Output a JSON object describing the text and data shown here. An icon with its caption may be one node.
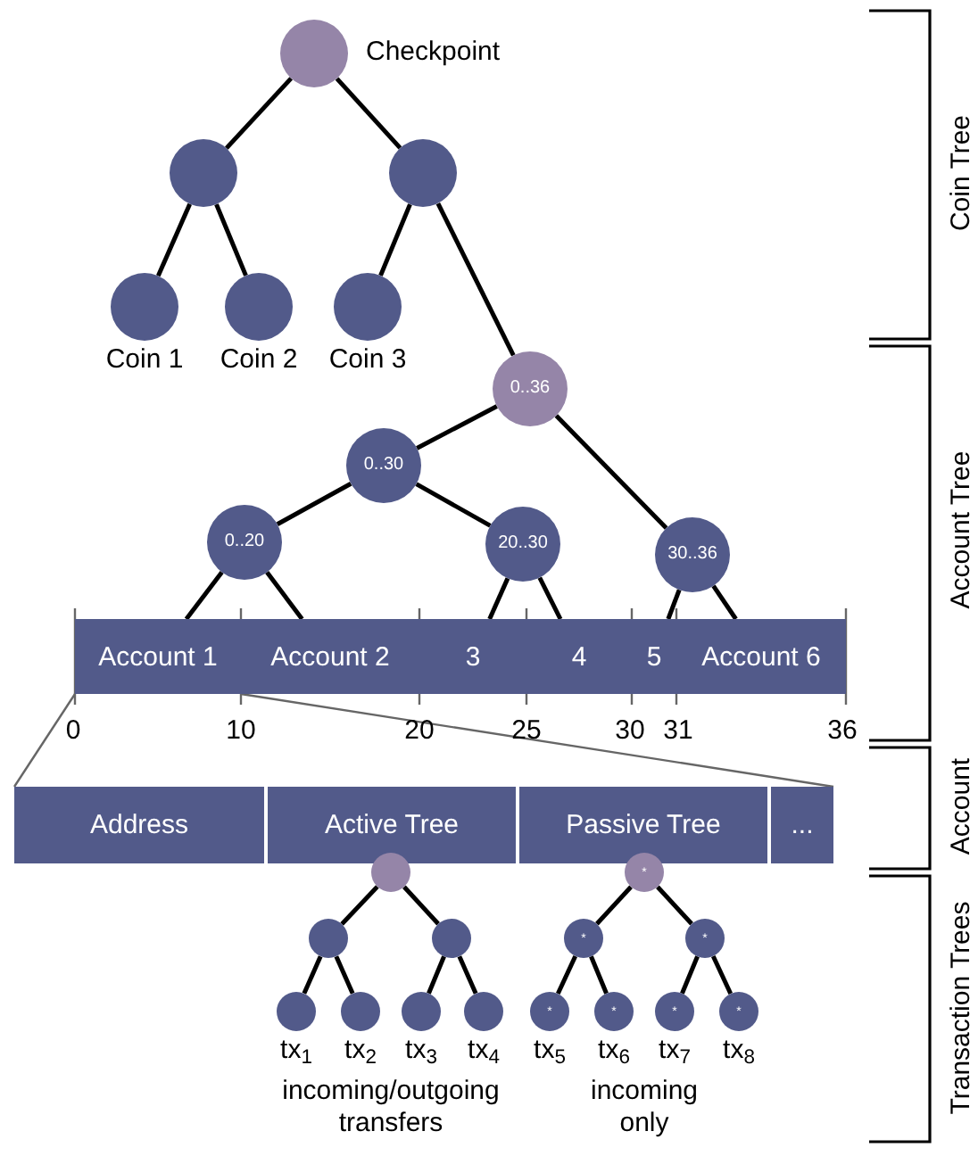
{
  "diagram": {
    "nodes": [
      {
        "text": [],
        "shape": "circle",
        "beside": [
          "Checkpoint"
        ]
      },
      {
        "text": [],
        "shape": "circle"
      },
      {
        "text": [],
        "shape": "circle"
      },
      {
        "text": [],
        "shape": "circle",
        "beside": [
          "Coin 1"
        ]
      },
      {
        "text": [],
        "shape": "circle",
        "beside": [
          "Coin 2"
        ]
      },
      {
        "text": [],
        "shape": "circle",
        "beside": [
          "Coin 3"
        ]
      },
      {
        "text": [
          "0..36"
        ]
      },
      {
        "text": [
          "0..30"
        ]
      },
      {
        "text": [
          "0..20"
        ]
      },
      {
        "text": [
          "20..30"
        ]
      },
      {
        "text": [
          "30..36"
        ]
      },
      {
        "text": [
          "Account 1"
        ]
      },
      {
        "text": [
          "Account 2"
        ]
      },
      {
        "text": [
          "3"
        ]
      },
      {
        "text": [
          "4"
        ]
      },
      {
        "text": [
          "5"
        ]
      },
      {
        "text": [
          "Account 6"
        ]
      },
      {
        "text": [
          "Address"
        ]
      },
      {
        "text": [
          "Active Tree"
        ]
      },
      {
        "text": [
          "Passive Tree"
        ]
      },
      {
        "text": [
          "..."
        ]
      },
      {
        "text": [],
        "shape": "circle"
      },
      {
        "text": [],
        "shape": "circle"
      },
      {
        "text": [],
        "shape": "circle"
      },
      {
        "text": [],
        "shape": "circle",
        "beside": [
          "tx$_{1}$"
        ]
      },
      {
        "text": [],
        "shape": "circle",
        "beside": [
          "tx$_{2}$"
        ]
      },
      {
        "text": [],
        "shape": "circle",
        "beside": [
          "tx$_{3}$"
        ]
      },
      {
        "text": [],
        "shape": "circle",
        "beside": [
          "tx$_{4}$"
        ]
      },
      {
        "text": [
          "*"
        ]
      },
      {
        "text": [
          "*"
        ]
      },
      {
        "text": [
          "*"
        ]
      },
      {
        "text": [
          "*"
        ],
        "beside": [
          "tx$_{5}$"
        ]
      },
      {
        "text": [
          "*"
        ],
        "beside": [
          "tx$_{6}$"
        ]
      },
      {
        "text": [
          "*"
        ],
        "beside": [
          "tx$_{7}$"
        ]
      },
      {
        "text": [
          "*"
        ],
        "beside": [
          "tx$_{8}$"
        ]
      }
    ],
    "edges": [
      {
        "from": 0,
        "to": 1,
        "arrow": "none"
      },
      {
        "from": 0,
        "to": 2,
        "arrow": "none"
      },
      {
        "from": 1,
        "to": 3,
        "arrow": "none"
      },
      {
        "from": 1,
        "to": 4,
        "arrow": "none"
      },
      {
        "from": 2,
        "to": 5,
        "arrow": "none"
      },
      {
        "from": 2,
        "to": 6,
        "arrow": "none"
      },
      {
        "from": 6,
        "to": 7,
        "arrow": "none"
      },
      {
        "from": 6,
        "to": 10,
        "arrow": "none"
      },
      {
        "from": 7,
        "to": 8,
        "arrow": "none"
      },
      {
        "from": 7,
        "to": 9,
        "arrow": "none"
      },
      {
        "from": 8,
        "to": 11,
        "arrow": "none"
      },
      {
        "from": 8,
        "to": 12,
        "arrow": "none"
      },
      {
        "from": 9,
        "to": 13,
        "arrow": "none"
      },
      {
        "from": 9,
        "to": 14,
        "arrow": "none"
      },
      {
        "from": 10,
        "to": 15,
        "arrow": "none"
      },
      {
        "from": 10,
        "to": 16,
        "arrow": "none"
      },
      {
        "from": 21,
        "to": 22,
        "arrow": "none"
      },
      {
        "from": 21,
        "to": 23,
        "arrow": "none"
      },
      {
        "from": 22,
        "to": 24,
        "arrow": "none"
      },
      {
        "from": 22,
        "to": 25,
        "arrow": "none"
      },
      {
        "from": 23,
        "to": 26,
        "arrow": "none"
      },
      {
        "from": 23,
        "to": 27,
        "arrow": "none"
      },
      {
        "from": 28,
        "to": 29,
        "arrow": "none"
      },
      {
        "from": 28,
        "to": 30,
        "arrow": "none"
      },
      {
        "from": 29,
        "to": 31,
        "arrow": "none"
      },
      {
        "from": 29,
        "to": 32,
        "arrow": "none"
      },
      {
        "from": 30,
        "to": 33,
        "arrow": "none"
      },
      {
        "from": 30,
        "to": 34,
        "arrow": "none"
      },
      {
        "from": 11,
        "to": 17,
        "arrow": "none",
        "color": "#666666"
      },
      {
        "from": 11,
        "to": 20,
        "arrow": "none",
        "color": "#666666"
      }
    ],
    "labels": [
      "Coin Tree",
      "Account Tree",
      "0",
      "10",
      "20",
      "25",
      "30",
      "31",
      "36",
      "Account",
      "incoming/outgoing transfers",
      "incoming only",
      "Transaction Trees"
    ]
  }
}
